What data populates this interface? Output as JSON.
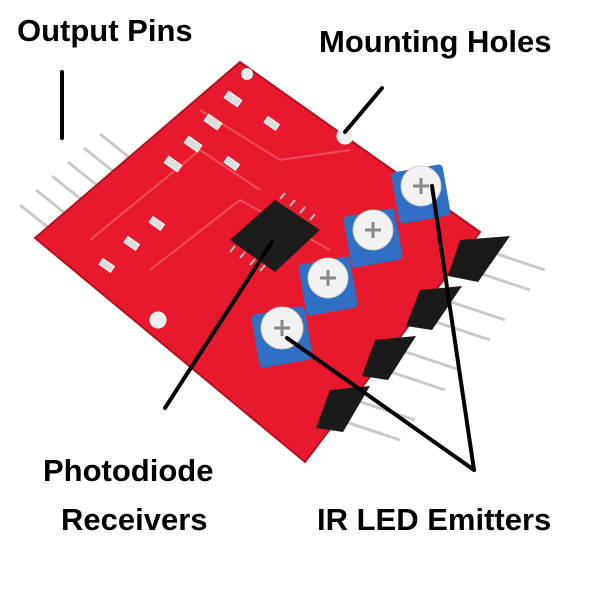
{
  "labels": {
    "output_pins": "Output Pins",
    "mounting_holes": "Mounting Holes",
    "photodiode_line1": "Photodiode",
    "photodiode_line2": "Receivers",
    "ir_led_emitters": "IR LED Emitters"
  },
  "colors": {
    "board": "#e8192c",
    "potentiometer": "#2f6fc4",
    "header": "#1a1a1a",
    "pin": "#c9c9c9",
    "leader_line": "#000000"
  }
}
